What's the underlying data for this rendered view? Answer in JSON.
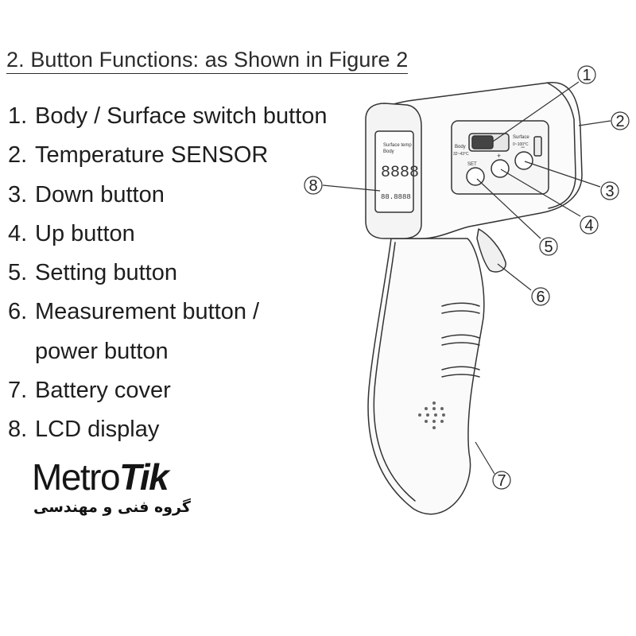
{
  "heading": "2. Button Functions: as Shown in Figure 2",
  "items": [
    {
      "num": "1.",
      "label": "Body / Surface switch button"
    },
    {
      "num": "2.",
      "label": "Temperature SENSOR"
    },
    {
      "num": "3.",
      "label": "Down button"
    },
    {
      "num": "4.",
      "label": "Up button"
    },
    {
      "num": "5.",
      "label": "Setting button"
    },
    {
      "num": "6.",
      "label": "Measurement button /"
    },
    {
      "num": "",
      "label": "power button"
    },
    {
      "num": "7.",
      "label": "Battery cover"
    },
    {
      "num": "8.",
      "label": "LCD display"
    }
  ],
  "logo": {
    "part1": "Metro",
    "part2": "Tik",
    "subtitle": "گروه فنی و مهندسی"
  },
  "device": {
    "lcd_line1": "Surface temp",
    "lcd_line2": "Body",
    "lcd_digits": "8888",
    "lcd_small_digits": "88.8888",
    "switch_left_label": "Body",
    "switch_left_range": "32~43°C",
    "switch_right_label": "Surface",
    "switch_right_range": "0~100°C",
    "btn_set": "SET",
    "btn_up": "+",
    "btn_down": "−"
  },
  "callouts": [
    "1",
    "2",
    "3",
    "4",
    "5",
    "6",
    "7",
    "8"
  ]
}
